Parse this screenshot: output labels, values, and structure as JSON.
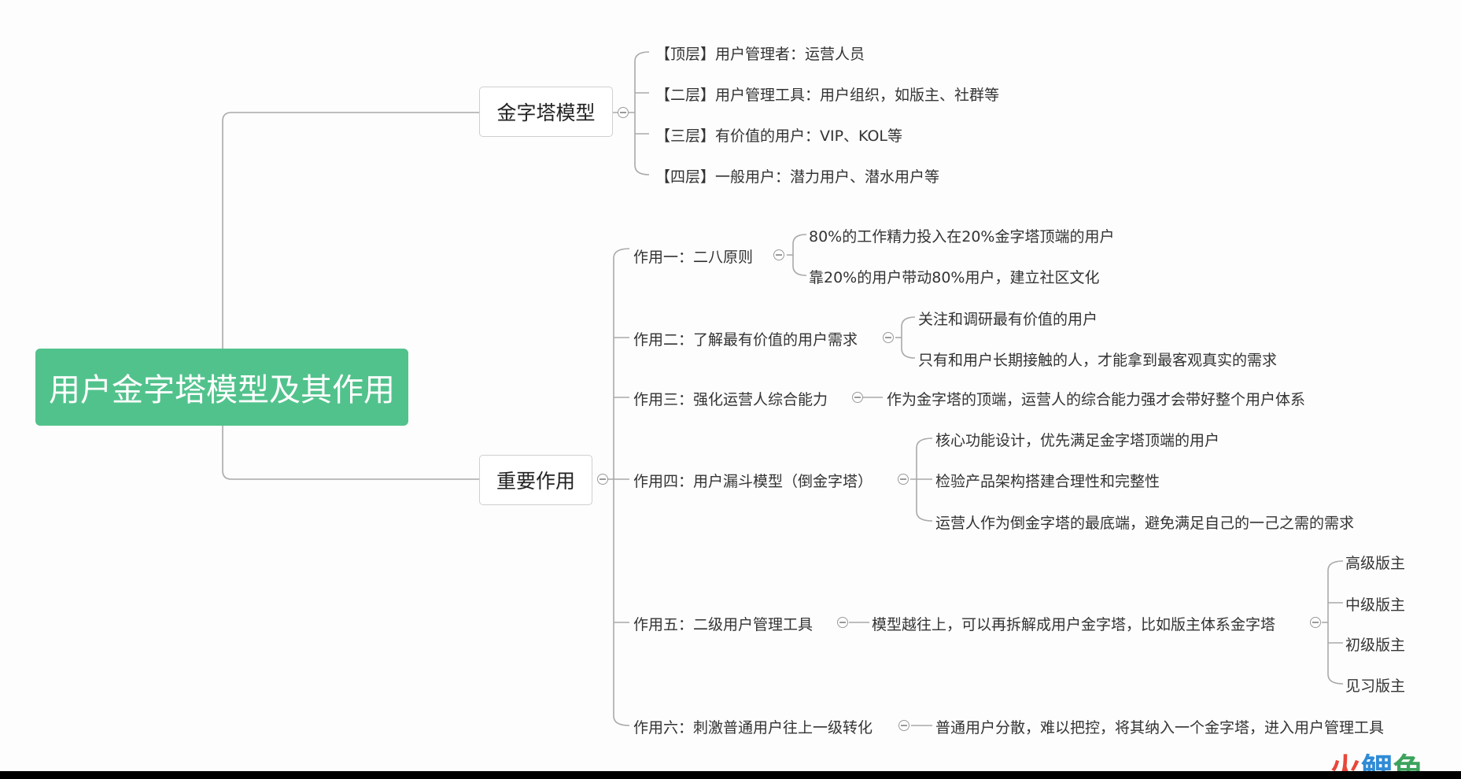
{
  "central": "用户金字塔模型及其作用",
  "branches": [
    {
      "label": "金字塔模型",
      "children": [
        "【顶层】用户管理者：运营人员",
        "【二层】用户管理工具：用户组织，如版主、社群等",
        "【三层】有价值的用户：VIP、KOL等",
        "【四层】一般用户：潜力用户、潜水用户等"
      ]
    },
    {
      "label": "重要作用",
      "children": [
        {
          "label": "作用一：二八原则",
          "children": [
            "80%的工作精力投入在20%金字塔顶端的用户",
            "靠20%的用户带动80%用户，建立社区文化"
          ]
        },
        {
          "label": "作用二：了解最有价值的用户需求",
          "children": [
            "关注和调研最有价值的用户",
            "只有和用户长期接触的人，才能拿到最客观真实的需求"
          ]
        },
        {
          "label": "作用三：强化运营人综合能力",
          "children": [
            "作为金字塔的顶端，运营人的综合能力强才会带好整个用户体系"
          ]
        },
        {
          "label": "作用四：用户漏斗模型（倒金字塔）",
          "children": [
            "核心功能设计，优先满足金字塔顶端的用户",
            "检验产品架构搭建合理性和完整性",
            "运营人作为倒金字塔的最底端，避免满足自己的一己之需的需求"
          ]
        },
        {
          "label": "作用五：二级用户管理工具",
          "children": [
            {
              "label": "模型越往上，可以再拆解成用户金字塔，比如版主体系金字塔",
              "children": [
                "高级版主",
                "中级版主",
                "初级版主",
                "见习版主"
              ]
            }
          ]
        },
        {
          "label": "作用六：刺激普通用户往上一级转化",
          "children": [
            "普通用户分散，难以把控，将其纳入一个金字塔，进入用户管理工具"
          ]
        }
      ]
    }
  ],
  "watermark": {
    "part1": "火",
    "part2": "鲤",
    "part3": "鱼"
  }
}
